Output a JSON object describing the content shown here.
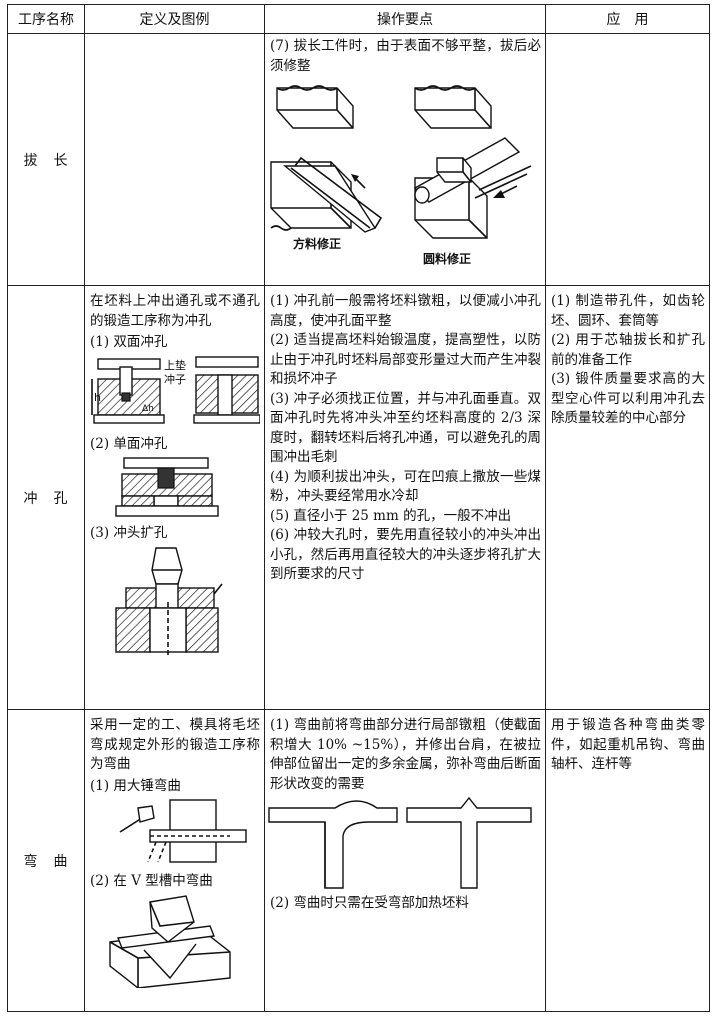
{
  "header": {
    "col1": "工序名称",
    "col2": "定义及图例",
    "col3": "操作要点",
    "col4": "应　用"
  },
  "rows": [
    {
      "name": "拔　长",
      "definition": [],
      "ops": [
        "(7) 拔长工件时，由于表面不够平整，拔后必须修整"
      ],
      "captions": [
        "方料修正",
        "圆料修正"
      ],
      "apps": []
    },
    {
      "name": "冲　孔",
      "definition": [
        "在坯料上冲出通孔或不通孔的锻造工序称为冲孔",
        "(1)  双面冲孔",
        "(2)  单面冲孔",
        "(3)  冲头扩孔"
      ],
      "figure_labels": [
        "上垫",
        "冲子",
        "h",
        "Δh"
      ],
      "ops": [
        "(1)  冲孔前一般需将坯料镦粗，以便减小冲孔高度，使冲孔面平整",
        "(2)  适当提高坯料始锻温度，提高塑性，以防止由于冲孔时坯料局部变形量过大而产生冲裂和损坏冲子",
        "(3)  冲子必须找正位置，并与冲孔面垂直。双面冲孔时先将冲头冲至约坯料高度的 2/3 深度时，翻转坯料后将孔冲通，可以避免孔的周围冲出毛刺",
        "(4)  为顺利拔出冲头，可在凹痕上撒放一些煤粉，冲头要经常用水冷却",
        "(5)  直径小于 25 mm 的孔，一般不冲出",
        "(6)  冲较大孔时，要先用直径较小的冲头冲出小孔，然后再用直径较大的冲头逐步将孔扩大到所要求的尺寸"
      ],
      "apps": [
        "(1)  制造带孔件，如齿轮坯、圆环、套筒等",
        "(2)  用于芯轴拔长和扩孔前的准备工作",
        "(3)  锻件质量要求高的大型空心件可以利用冲孔去除质量较差的中心部分"
      ]
    },
    {
      "name": "弯　曲",
      "definition": [
        "采用一定的工、模具将毛坯弯成规定外形的锻造工序称为弯曲",
        "(1)  用大锤弯曲",
        "(2)  在 V 型槽中弯曲"
      ],
      "ops": [
        "(1)  弯曲前将弯曲部分进行局部镦粗（使截面积增大 10% ~15%），并修出台肩，在被拉伸部位留出一定的多余金属，弥补弯曲后断面形状改变的需要",
        "(2)  弯曲时只需在受弯部加热坯料"
      ],
      "apps": [
        "用于锻造各种弯曲类零件，如起重机吊钩、弯曲轴杆、连杆等"
      ]
    }
  ]
}
